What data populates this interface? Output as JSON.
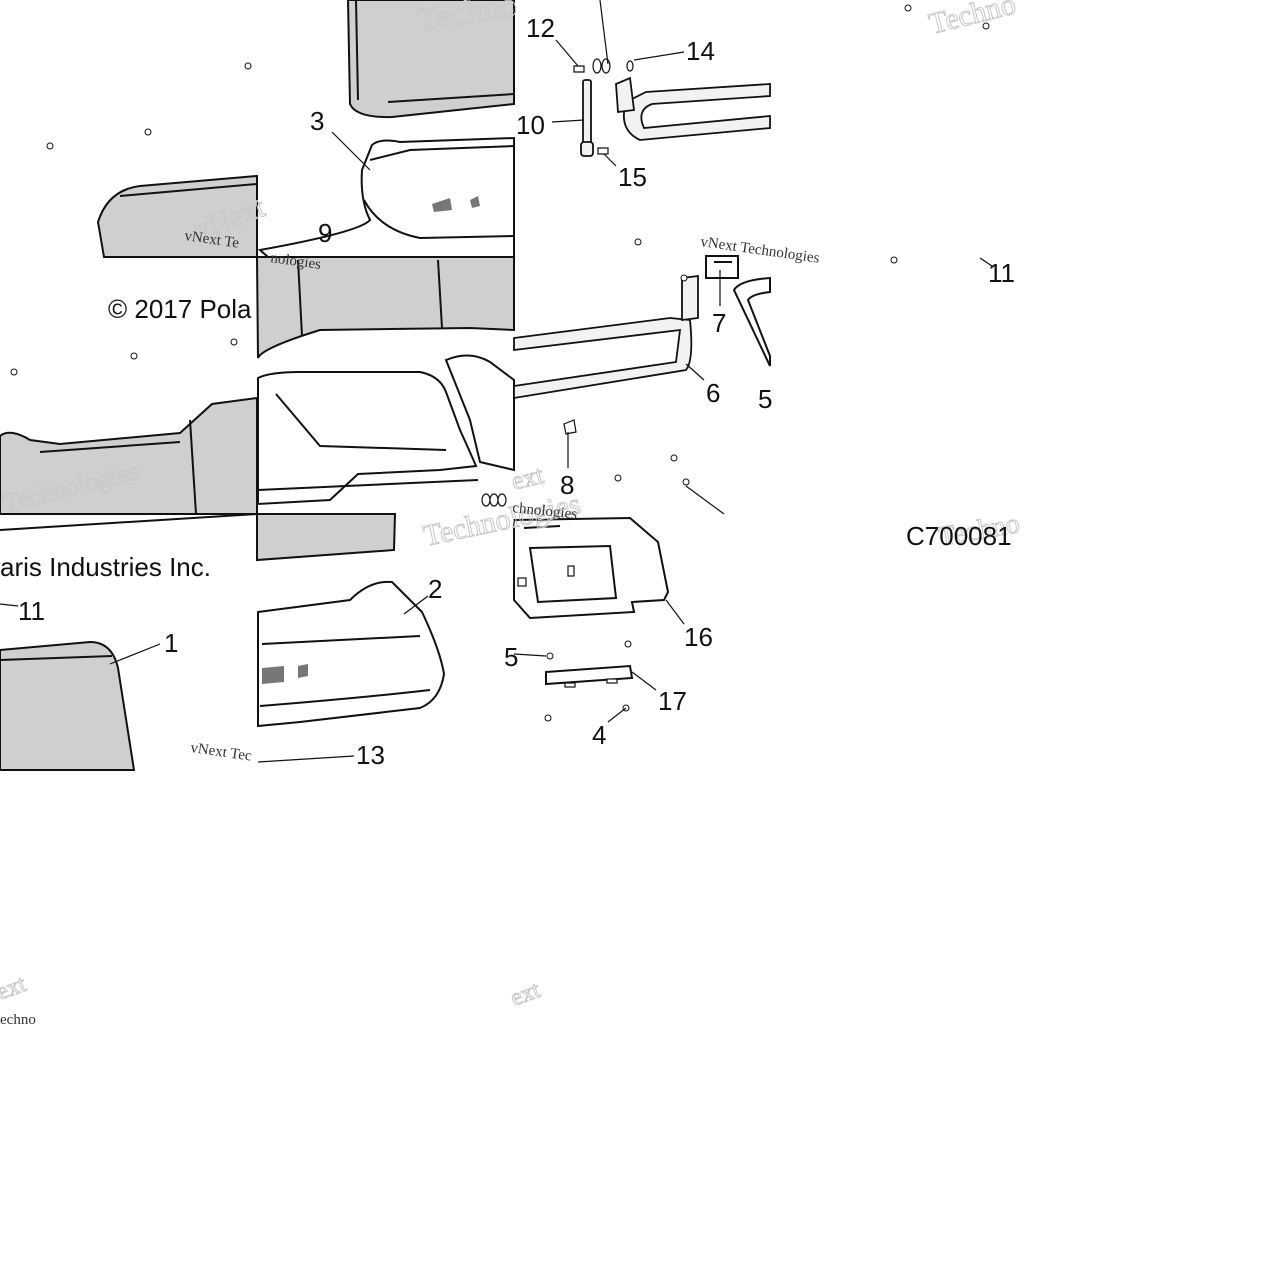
{
  "diagram": {
    "copyright_part1": "© 2017 Pola",
    "copyright_part2": "aris Industries Inc.",
    "figure_code": "C700081",
    "watermark_brand": "vNext Technologies",
    "watermark_fragments": [
      "Techno",
      "Techno",
      "vNext",
      "vNext Te",
      "vNext Tec",
      "vNext Technologies",
      "Technologies",
      "nologies",
      "Technologies",
      "ext",
      "ext",
      "Techno",
      "echno",
      "ext",
      "chnologies"
    ],
    "callouts": [
      "12",
      "14",
      "3",
      "10",
      "15",
      "9",
      "11",
      "7",
      "6",
      "5",
      "8",
      "16",
      "17",
      "4",
      "11",
      "1",
      "2",
      "13",
      "5"
    ],
    "colors": {
      "line": "#111111",
      "panel_fill": "#cfcfcf",
      "background": "#ffffff",
      "watermark": "#c8c8c8",
      "dark_patch": "#777777"
    }
  }
}
